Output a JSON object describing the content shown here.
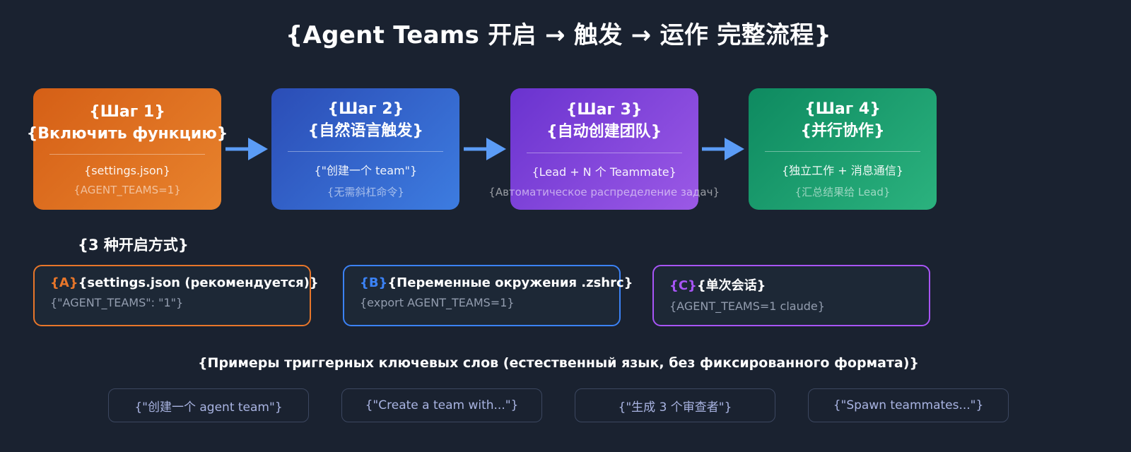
{
  "page": {
    "title": "{Agent Teams 开启 → 触发 → 运作 完整流程}",
    "background": "#1a2230",
    "arrow_color": "#5b9cf6"
  },
  "steps": [
    {
      "title": "{Шаг 1}",
      "subtitle": "{Включить функцию}",
      "line1": "{settings.json}",
      "line2": "{AGENT_TEAMS=1}",
      "gradient_from": "#d55f16",
      "gradient_to": "#e8832d"
    },
    {
      "title": "{Шаг 2}",
      "subtitle": "{自然语言触发}",
      "line1": "{\"创建一个 team\"}",
      "line2": "{无需斜杠命令}",
      "gradient_from": "#2b4db6",
      "gradient_to": "#3d7ce0"
    },
    {
      "title": "{Шаг 3}",
      "subtitle": "{自动创建团队}",
      "line1": "{Lead + N 个 Teammate}",
      "line2": "{Автоматическое распределение задач}",
      "gradient_from": "#6a33cf",
      "gradient_to": "#9b59e6"
    },
    {
      "title": "{Шаг 4}",
      "subtitle": "{并行协作}",
      "line1": "{独立工作 + 消息通信}",
      "line2": "{汇总结果给 Lead}",
      "gradient_from": "#0e8a60",
      "gradient_to": "#2bb27e"
    }
  ],
  "methods": {
    "heading": "{3 种开启方式}",
    "items": [
      {
        "badge": "{A}",
        "title": "{settings.json (рекомендуется)}",
        "code": "{\"AGENT_TEAMS\": \"1\"}",
        "accent": "#e8762a"
      },
      {
        "badge": "{B}",
        "title": "{Переменные окружения .zshrc}",
        "code": "{export AGENT_TEAMS=1}",
        "accent": "#3b82f6"
      },
      {
        "badge": "{C}",
        "title": "{单次会话}",
        "code": "{AGENT_TEAMS=1 claude}",
        "accent": "#a855f7"
      }
    ]
  },
  "triggers": {
    "heading": "{Примеры триггерных ключевых слов (естественный язык, без фиксированного формата)}",
    "items": [
      {
        "label": "{\"创建一个 agent team\"}"
      },
      {
        "label": "{\"Create a team with...\"}"
      },
      {
        "label": "{\"生成 3 个审查者\"}"
      },
      {
        "label": "{\"Spawn teammates...\"}"
      }
    ]
  }
}
